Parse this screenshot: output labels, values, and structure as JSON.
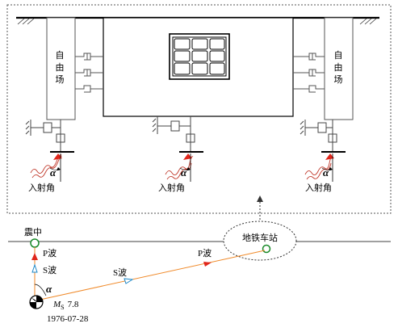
{
  "free_field_label": "自由场",
  "incidence_angle_label": "入射角",
  "angle_symbol": "α",
  "epicenter_label": "震中",
  "station_label": "地铁车站",
  "p_wave_label": "P波",
  "s_wave_label": "S波",
  "magnitude_symbol": "M",
  "magnitude_subscript": "S",
  "magnitude_value": "7.8",
  "event_date": "1976-07-28",
  "colors": {
    "wave_ray": "#f08a2a",
    "p_arrow": "#e0261b",
    "s_arrow": "#1e88c8",
    "station_ring": "#1a8a2a",
    "structure": "#555555",
    "outline": "#000000"
  }
}
